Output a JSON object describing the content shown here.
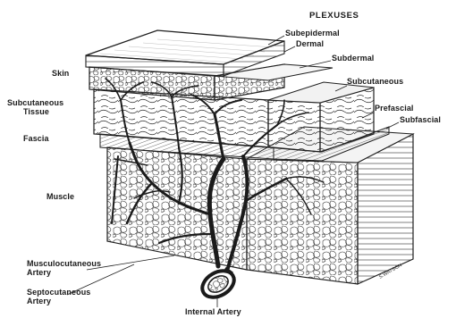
{
  "heading": "PLEXUSES",
  "layers_left": {
    "skin": "Skin",
    "subcutaneous_tissue_line1": "Subcutaneous",
    "subcutaneous_tissue_line2": "Tissue",
    "fascia": "Fascia",
    "muscle": "Muscle"
  },
  "plexuses": {
    "subepidermal": "Subepidermal",
    "dermal": "Dermal",
    "subdermal": "Subdermal",
    "subcutaneous": "Subcutaneous",
    "prefascial": "Prefascial",
    "subfascial": "Subfascial"
  },
  "arteries": {
    "musculocutaneous_line1": "Musculocutaneous",
    "musculocutaneous_line2": "Artery",
    "septocutaneous_line1": "Septocutaneous",
    "septocutaneous_line2": "Artery",
    "internal": "Internal Artery"
  },
  "signature": "S.WATSON",
  "colors": {
    "ink": "#1f1f1f",
    "paper": "#ffffff"
  }
}
